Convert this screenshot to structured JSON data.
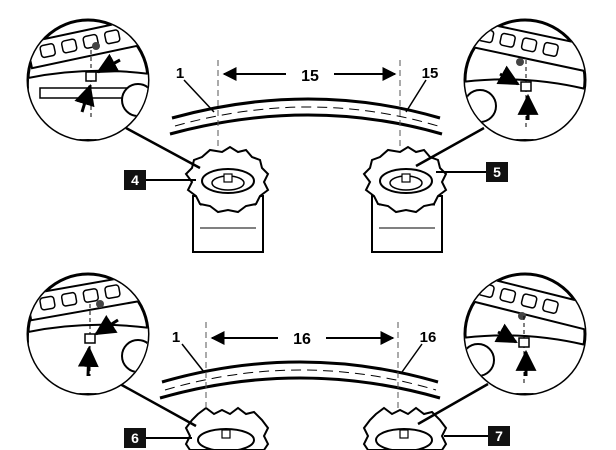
{
  "callouts": {
    "top_left_link": "1",
    "top_span": "15",
    "top_right_link": "15",
    "bottom_left_link": "1",
    "bottom_span": "16",
    "bottom_right_link": "16"
  },
  "tags": {
    "top_left_sprocket": "4",
    "top_right_sprocket": "5",
    "bottom_left_sprocket": "6",
    "bottom_right_sprocket": "7"
  },
  "icons": [
    "arrow-icon",
    "sprocket-icon",
    "chain-icon",
    "magnifier-detail-icon"
  ],
  "colors": {
    "ink": "#000000",
    "paper": "#ffffff",
    "centerline": "#555555",
    "tag_bg": "#111111"
  }
}
